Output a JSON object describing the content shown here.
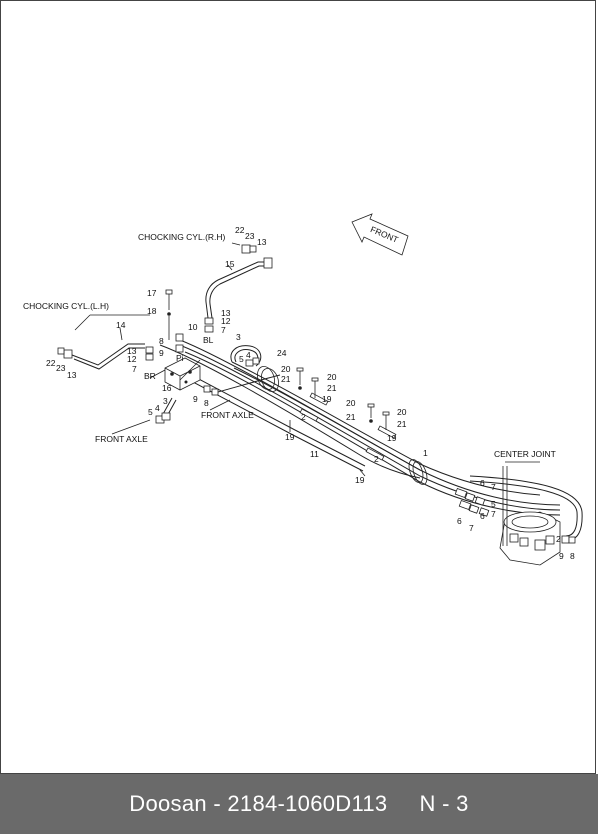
{
  "labels": {
    "chocking_rh": "CHOCKING CYL.(R.H)",
    "chocking_lh": "CHOCKING CYL.(L.H)",
    "front_arrow": "FRONT",
    "front_axle_1": "FRONT AXLE",
    "front_axle_2": "FRONT AXLE",
    "center_joint": "CENTER JOINT",
    "pi": "Pi",
    "bl": "BL",
    "br": "BR"
  },
  "callouts": {
    "c22a": "22",
    "c23a": "23",
    "c13a": "13",
    "c15": "15",
    "c17": "17",
    "c18": "18",
    "c10": "10",
    "c13b": "13",
    "c12a": "12",
    "c7a": "7",
    "c14": "14",
    "c22b": "22",
    "c23b": "23",
    "c13c": "13",
    "c13d": "13",
    "c12b": "12",
    "c7b": "7",
    "c8a": "8",
    "c9a": "9",
    "c3a": "3",
    "c5a": "5",
    "c4a": "4",
    "c24": "24",
    "c16": "16",
    "c9b": "9",
    "c8b": "8",
    "c3b": "3",
    "c5b": "5",
    "c4b": "4",
    "c20a": "20",
    "c21a": "21",
    "c20b": "20",
    "c21b": "21",
    "c19a": "19",
    "c2a": "2",
    "c19b": "19",
    "c20c": "20",
    "c21c": "21",
    "c20d": "20",
    "c21d": "21",
    "c19c": "19",
    "c2b": "2",
    "c19d": "19",
    "c11": "11",
    "c1": "1",
    "c6a": "6",
    "c7c": "7",
    "c5c": "5",
    "c7d": "7",
    "c6b": "6",
    "c7e": "7",
    "c6c": "6",
    "c2c": "2",
    "c9c": "9",
    "c8c": "8"
  },
  "footer": {
    "text": "Doosan - 2184-1060D113     N - 3"
  }
}
